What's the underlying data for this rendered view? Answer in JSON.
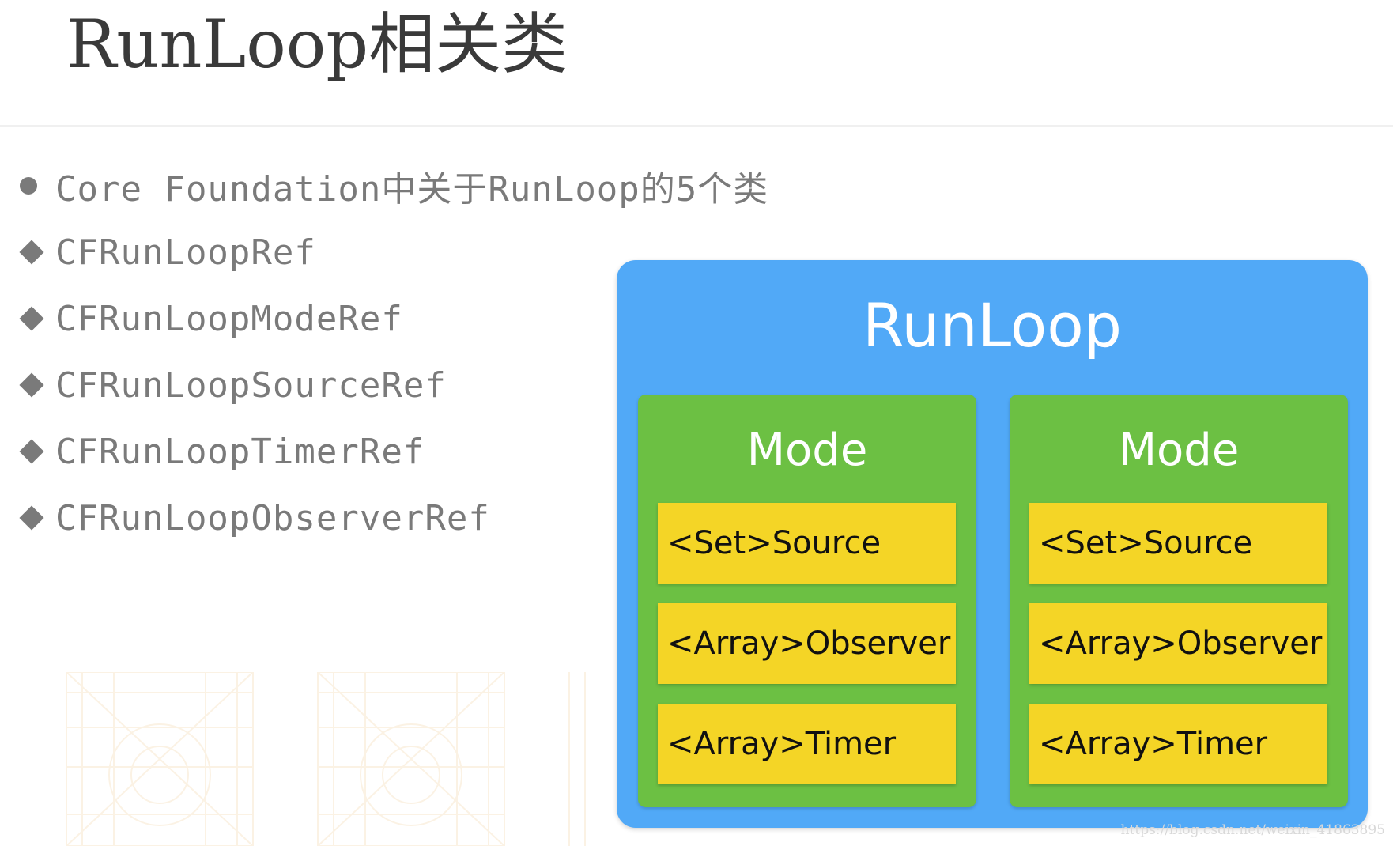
{
  "title": "RunLoop相关类",
  "bullets": [
    {
      "marker": "circle",
      "text": "Core Foundation中关于RunLoop的5个类"
    },
    {
      "marker": "diamond",
      "text": "CFRunLoopRef"
    },
    {
      "marker": "diamond",
      "text": "CFRunLoopModeRef"
    },
    {
      "marker": "diamond",
      "text": "CFRunLoopSourceRef"
    },
    {
      "marker": "diamond",
      "text": "CFRunLoopTimerRef"
    },
    {
      "marker": "diamond",
      "text": "CFRunLoopObserverRef"
    }
  ],
  "diagram": {
    "label": "RunLoop",
    "modes": [
      {
        "label": "Mode",
        "items": [
          "<Set>Source",
          "<Array>Observer",
          "<Array>Timer"
        ]
      },
      {
        "label": "Mode",
        "items": [
          "<Set>Source",
          "<Array>Observer",
          "<Array>Timer"
        ]
      }
    ]
  },
  "watermark": "https://blog.csdn.net/weixin_41863895",
  "colors": {
    "runloop_bg": "#51a9f7",
    "mode_bg": "#6cc043",
    "item_bg": "#f4d526",
    "bullet_text": "#7a7a7a",
    "title_text": "#3a3a3a"
  }
}
